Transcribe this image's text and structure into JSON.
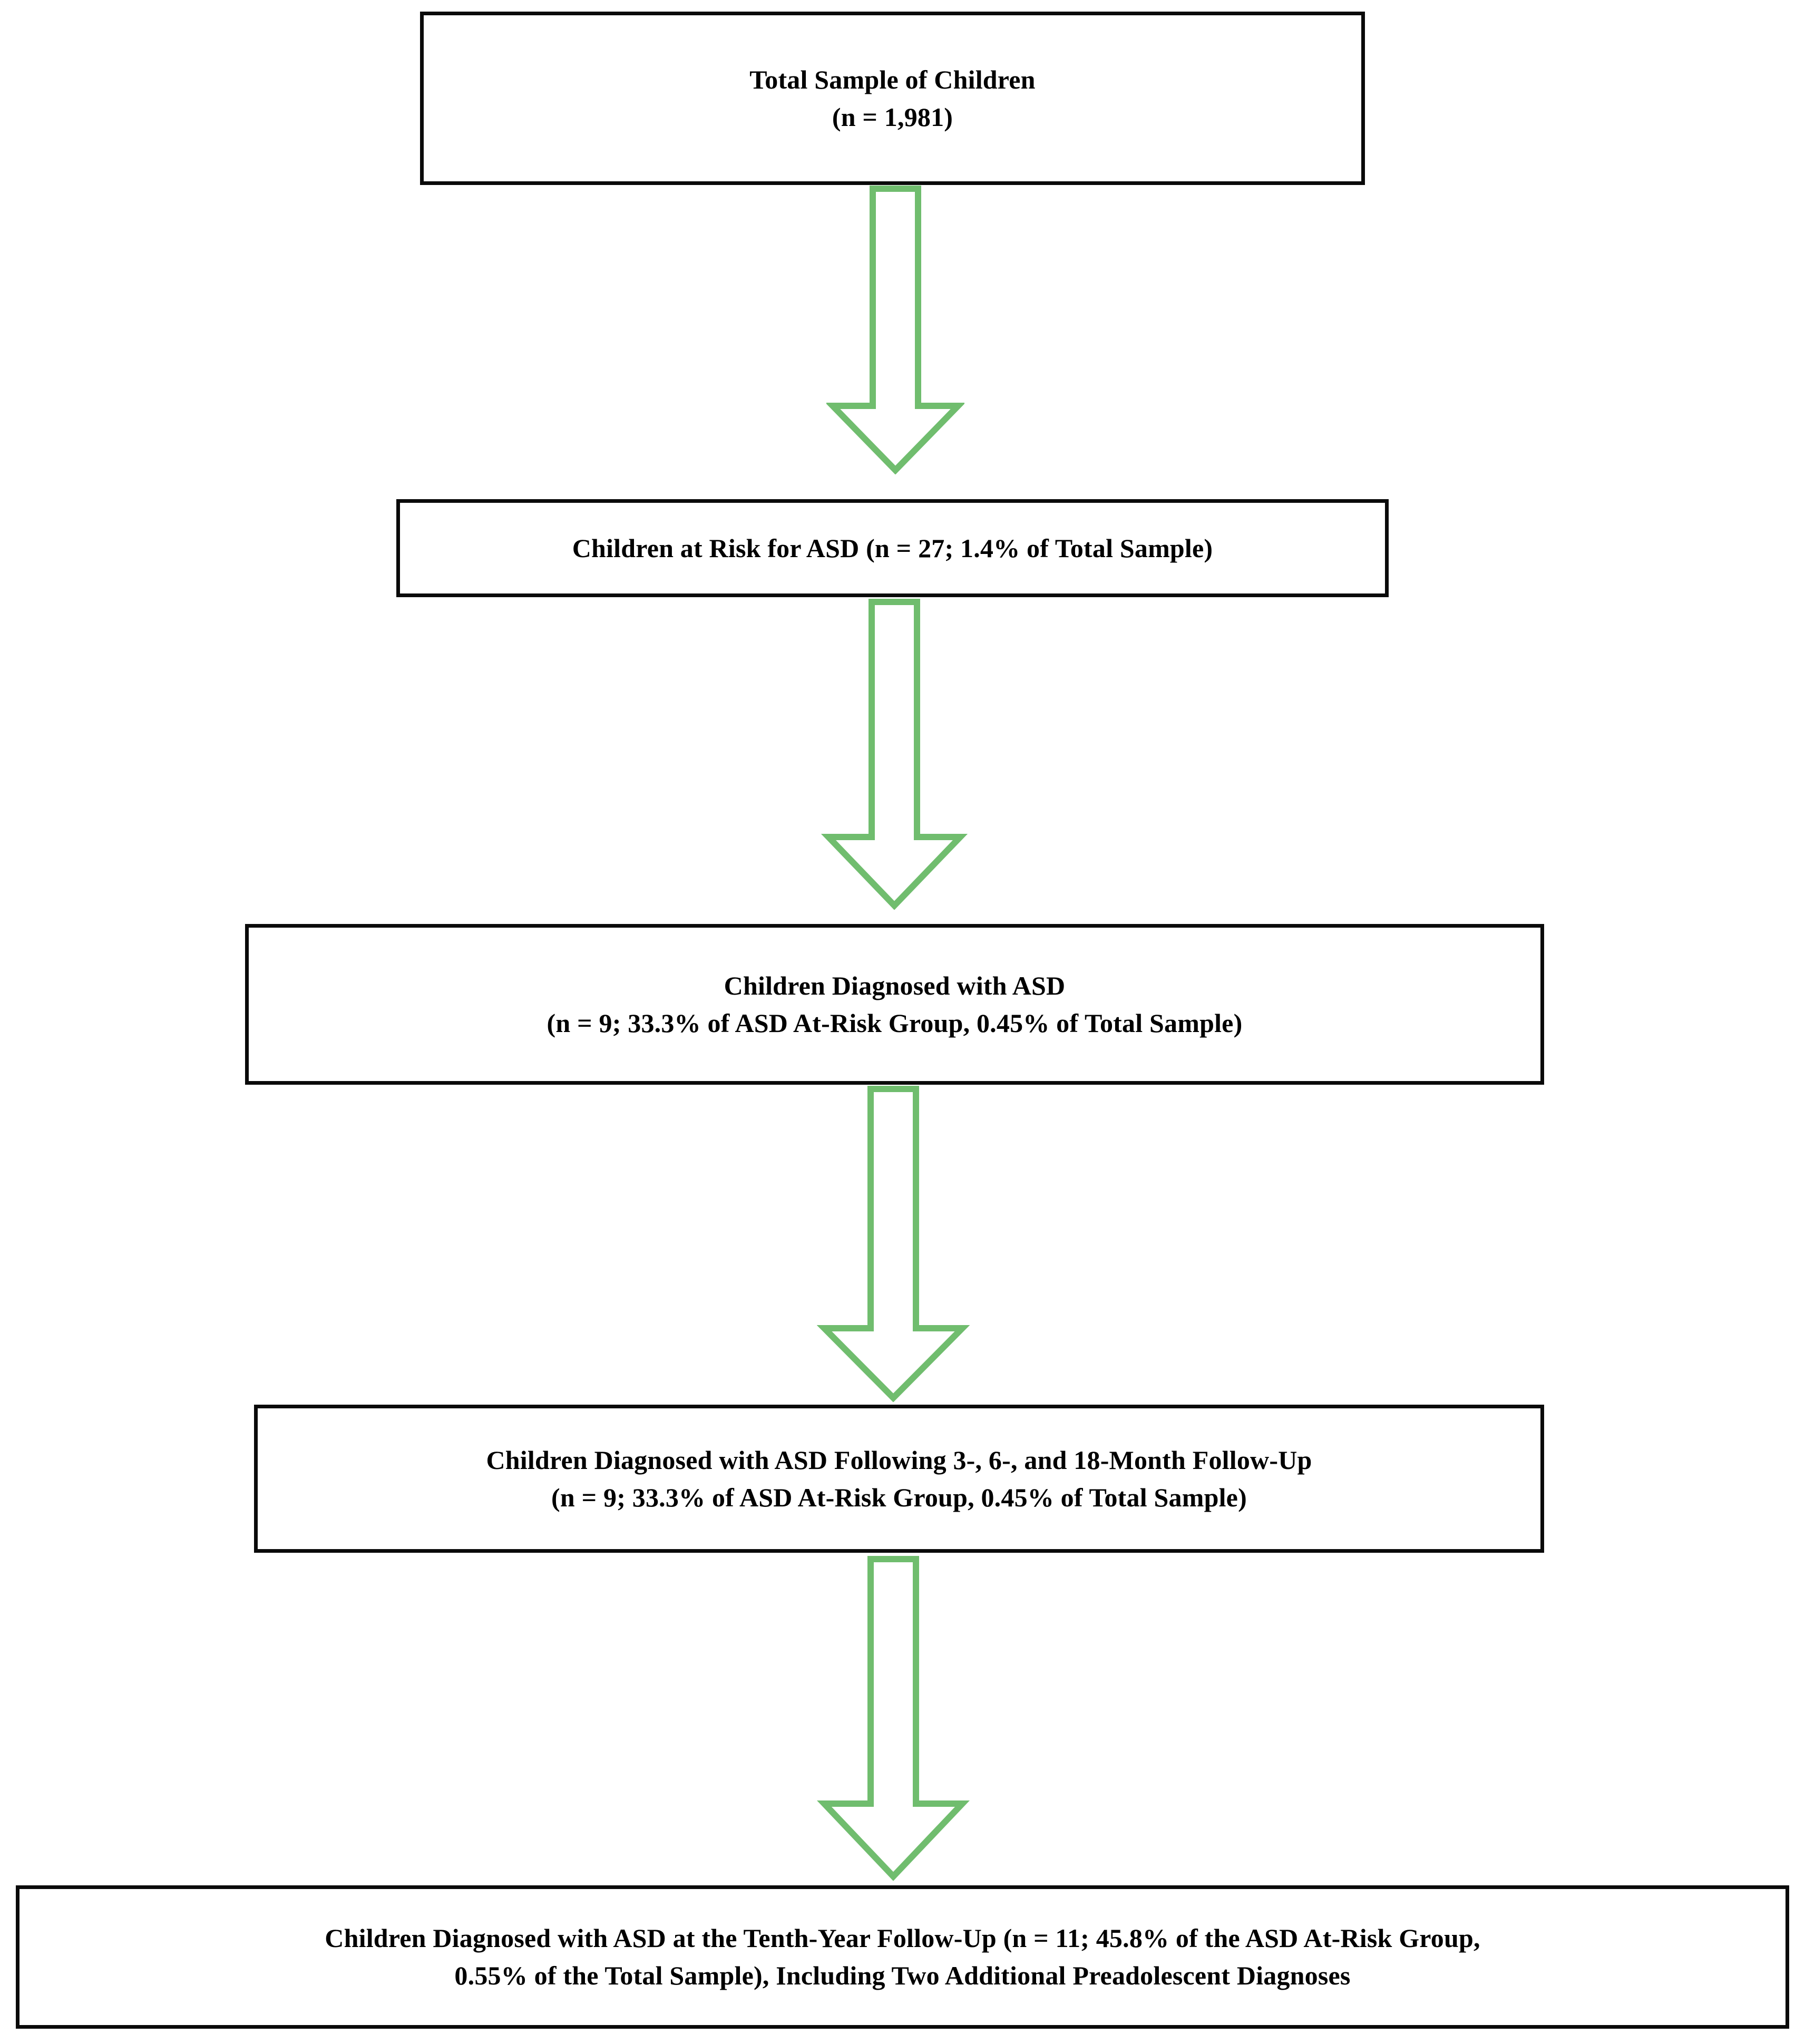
{
  "diagram": {
    "title": "ASD Study Participant Flow Diagram",
    "type": "flowchart",
    "orientation": "vertical",
    "colors": {
      "box_border": "#0a0a0a",
      "box_fill": "#ffffff",
      "arrow_stroke": "#70bd6e",
      "arrow_fill": "#ffffff",
      "text": "#000000",
      "background": "#ffffff"
    },
    "boxes": [
      {
        "id": "total-sample",
        "lines": [
          "Total Sample of Children",
          "(n = 1,981)"
        ]
      },
      {
        "id": "at-risk",
        "lines": [
          "Children at Risk for ASD (n = 27; 1.4% of Total Sample)"
        ]
      },
      {
        "id": "diagnosed",
        "lines": [
          "Children Diagnosed with ASD",
          "(n = 9; 33.3% of ASD At-Risk Group, 0.45% of Total Sample)"
        ]
      },
      {
        "id": "followup",
        "lines": [
          "Children Diagnosed with ASD Following 3-, 6-, and 18-Month Follow-Up",
          "(n = 9; 33.3% of ASD At-Risk Group, 0.45% of Total Sample)"
        ]
      },
      {
        "id": "tenth-year",
        "lines": [
          "Children Diagnosed with ASD at the Tenth-Year Follow-Up (n = 11; 45.8% of the ASD At-Risk Group,",
          "0.55% of the Total Sample), Including Two Additional Preadolescent Diagnoses"
        ]
      }
    ],
    "arrows": [
      {
        "id": "arrow-1",
        "from": "total-sample",
        "to": "at-risk",
        "direction": "down"
      },
      {
        "id": "arrow-2",
        "from": "at-risk",
        "to": "diagnosed",
        "direction": "down"
      },
      {
        "id": "arrow-3",
        "from": "diagnosed",
        "to": "followup",
        "direction": "down"
      },
      {
        "id": "arrow-4",
        "from": "followup",
        "to": "tenth-year",
        "direction": "down"
      }
    ]
  }
}
